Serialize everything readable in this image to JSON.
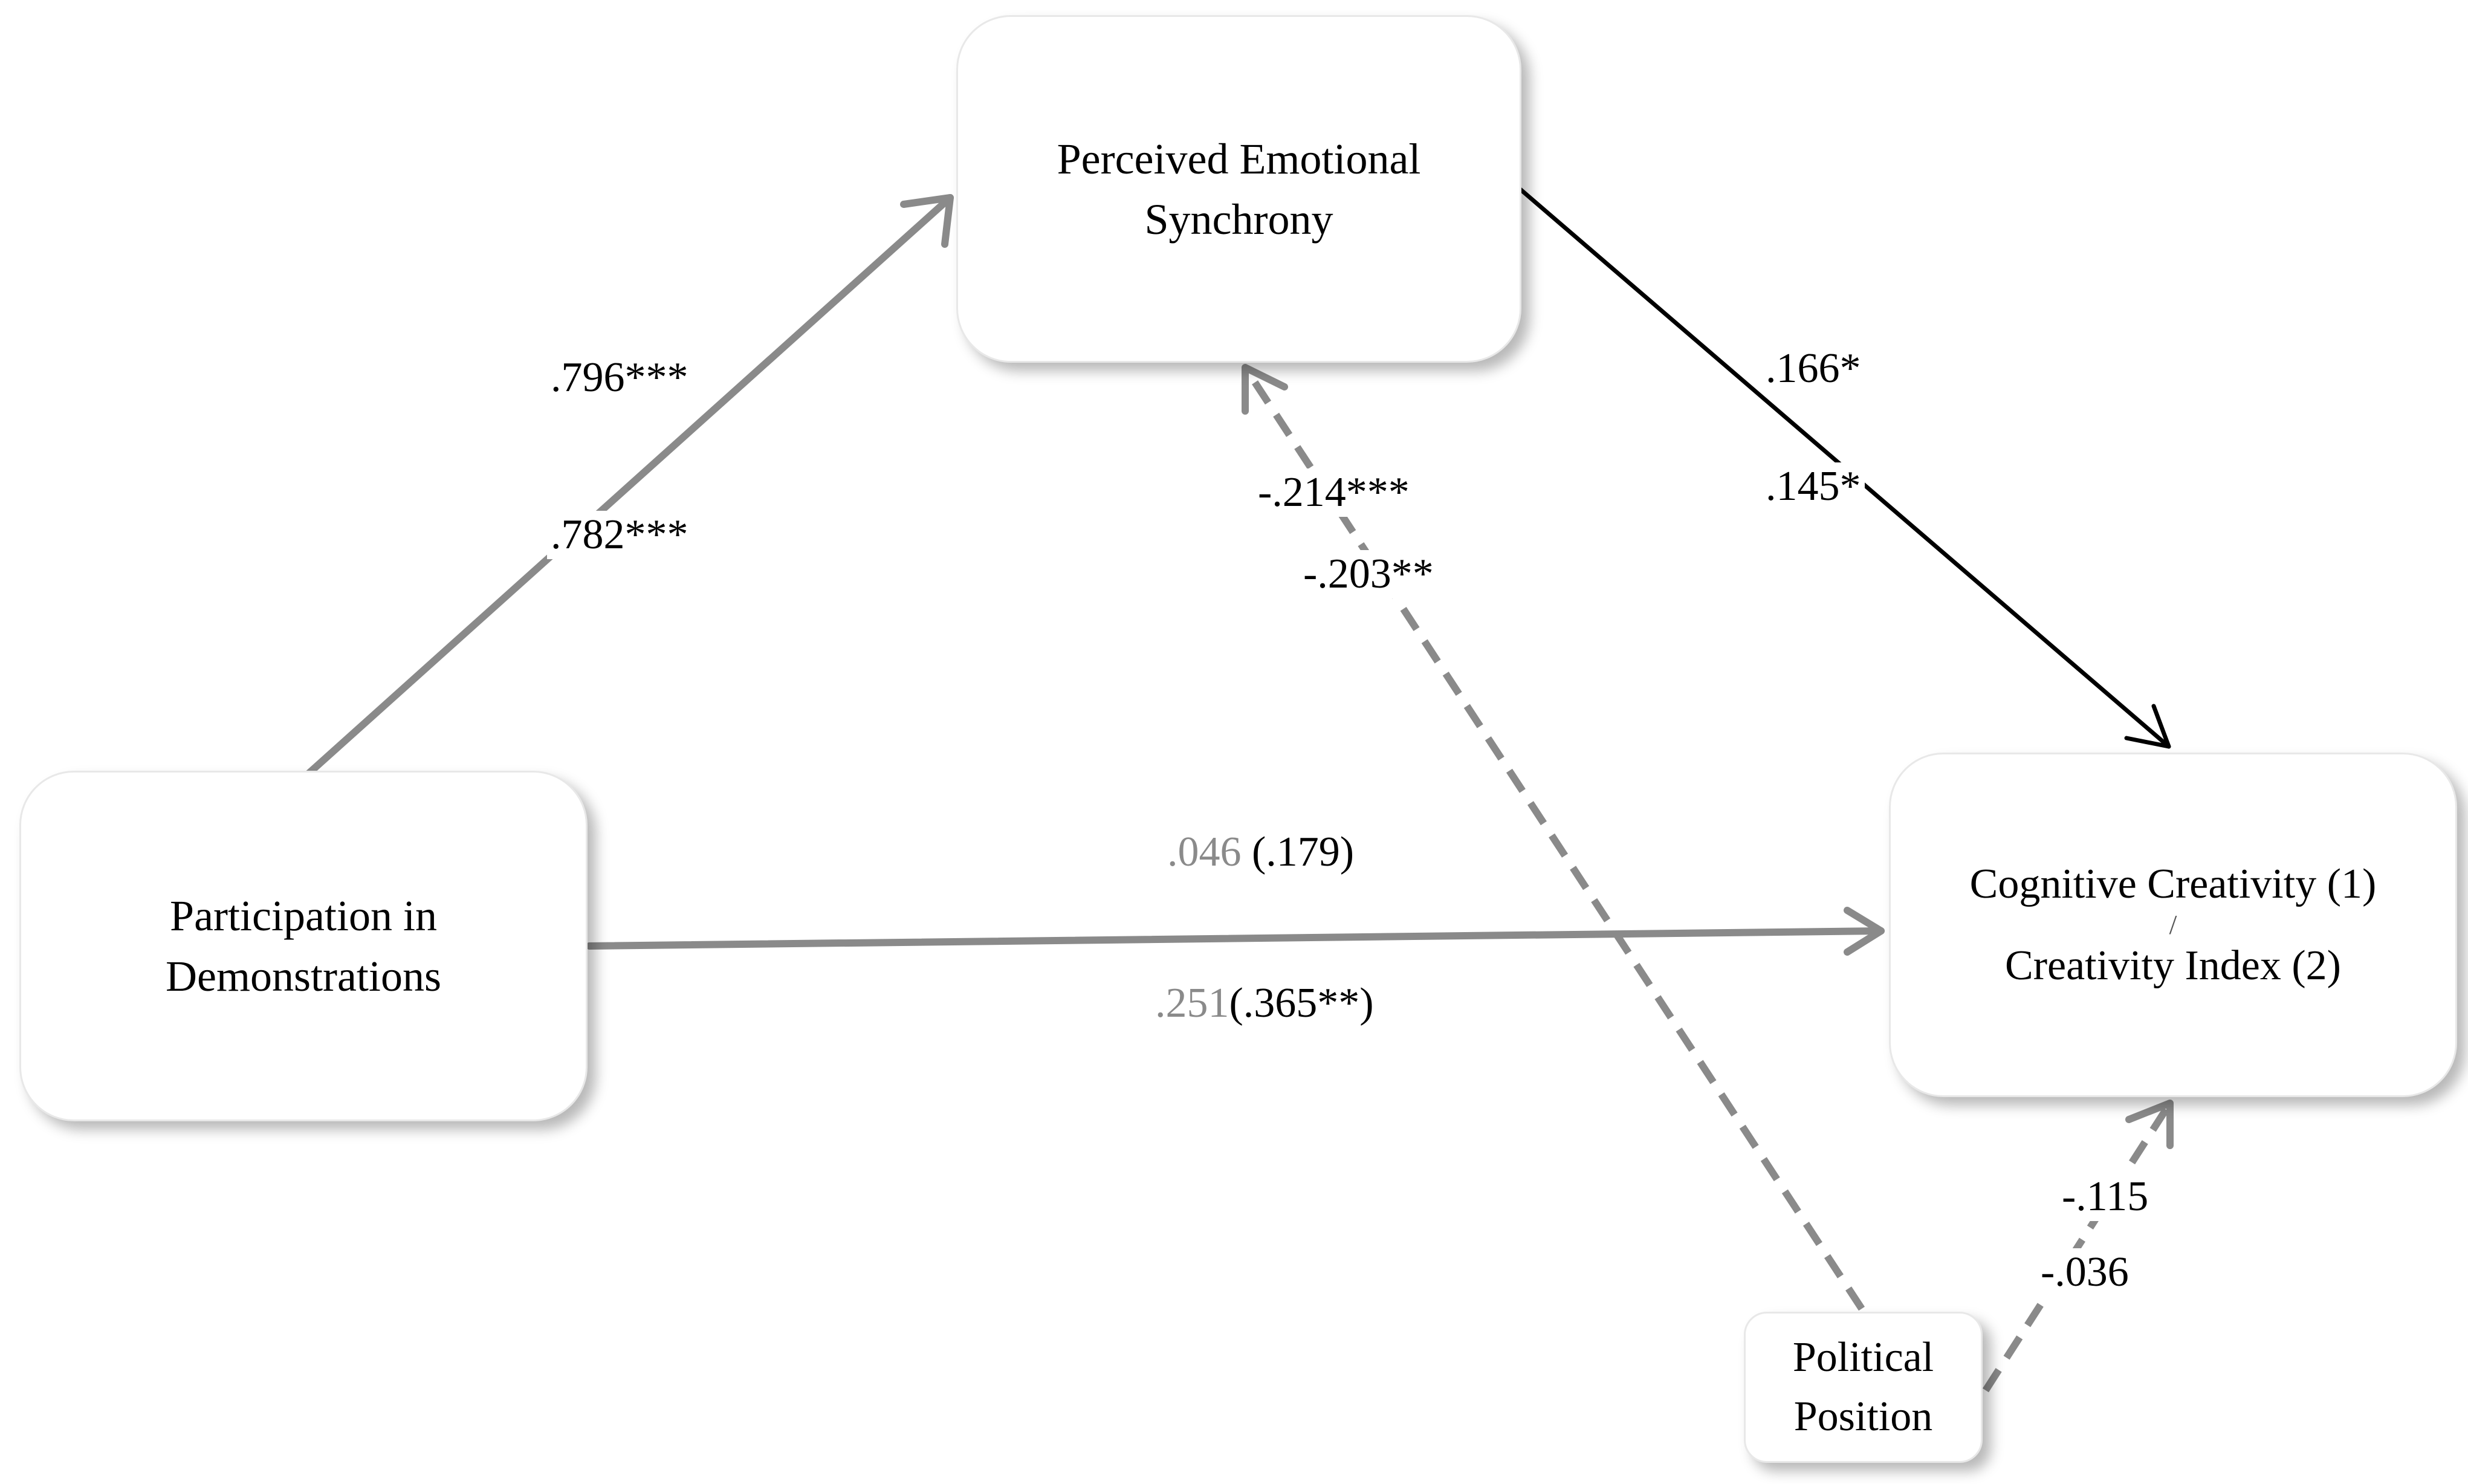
{
  "nodes": {
    "perceived_emotional_synchrony": {
      "line1": "Perceived Emotional",
      "line2": "Synchrony"
    },
    "participation_in_demonstrations": {
      "line1": "Participation in",
      "line2": "Demonstrations"
    },
    "cognitive_creativity": {
      "line1": "Cognitive Creativity (1)",
      "divider": "/",
      "line2": "Creativity Index (2)"
    },
    "political_position": {
      "line1": "Political",
      "line2": "Position"
    }
  },
  "paths": {
    "participation_to_synchrony": {
      "coef1": ".796***",
      "coef2": ".782***"
    },
    "synchrony_to_creativity": {
      "coef1": ".166*",
      "coef2": ".145*"
    },
    "political_to_synchrony": {
      "coef1": "-.214***",
      "coef2": "-.203**"
    },
    "participation_to_creativity": {
      "coef1_direct": ".046",
      "coef1_total": "(.179)",
      "coef2_direct": ".251",
      "coef2_total": "(.365**)"
    },
    "political_to_creativity": {
      "coef1": "-.115",
      "coef2": "-.036"
    }
  },
  "colors": {
    "gray_arrow": "#8a8a8a",
    "black_arrow": "#000000",
    "direct_coef_text": "#8a8a8a"
  }
}
